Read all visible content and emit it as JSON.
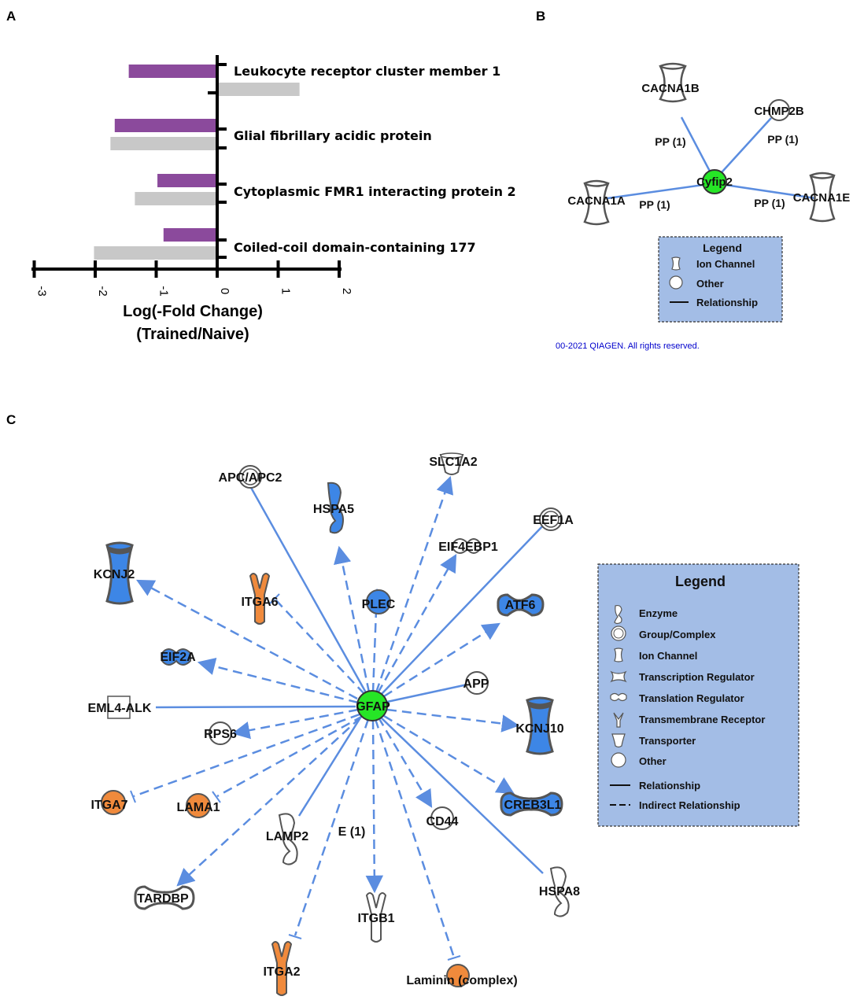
{
  "panels": {
    "a": "A",
    "b": "B",
    "c": "C"
  },
  "colors": {
    "trained": "#8b4a9c",
    "naive": "#c8c8c8",
    "edge": "#5b8de0",
    "legend_bg": "#a3bde6",
    "blue_node": "#3d86e6",
    "orange_node": "#f08a3c",
    "green_node": "#26e626",
    "white_node": "#ffffff"
  },
  "chart_data": {
    "type": "bar",
    "orientation": "horizontal",
    "categories": [
      "Leukocyte receptor cluster member 1",
      "Glial fibrillary acidic protein",
      "Cytoplasmic FMR1 interacting protein 2",
      "Coiled-coil domain-containing 177"
    ],
    "series": [
      {
        "values": [
          -1.45,
          -1.68,
          -0.98,
          -0.88
        ]
      },
      {
        "values": [
          1.35,
          -1.75,
          -1.35,
          -2.02
        ]
      }
    ],
    "x_ticks": [
      "-3",
      "-2",
      "-1",
      "0",
      "1",
      "2"
    ],
    "xlim": [
      -3,
      2
    ],
    "xlabel_line1": "Log(-Fold Change)",
    "xlabel_line2": "(Trained/Naive)",
    "grid": false
  },
  "network_b": {
    "nodes": [
      {
        "id": "cyfip2",
        "label": "Cyfip2",
        "shape": "circle",
        "color": "green"
      },
      {
        "id": "cacna1b",
        "label": "CACNA1B",
        "shape": "ion-channel",
        "color": "white"
      },
      {
        "id": "chmp2b",
        "label": "CHMP2B",
        "shape": "circle",
        "color": "white"
      },
      {
        "id": "cacna1a",
        "label": "CACNA1A",
        "shape": "ion-channel",
        "color": "white"
      },
      {
        "id": "cacna1e",
        "label": "CACNA1E",
        "shape": "ion-channel",
        "color": "white"
      }
    ],
    "edges": [
      {
        "from": "cyfip2",
        "to": "cacna1b",
        "label": "PP (1)"
      },
      {
        "from": "cyfip2",
        "to": "chmp2b",
        "label": "PP (1)"
      },
      {
        "from": "cyfip2",
        "to": "cacna1a",
        "label": "PP (1)"
      },
      {
        "from": "cyfip2",
        "to": "cacna1e",
        "label": "PP (1)"
      }
    ],
    "legend": {
      "title": "Legend",
      "items": [
        "Ion Channel",
        "Other",
        "Relationship"
      ]
    },
    "copyright": "00-2021 QIAGEN. All rights reserved."
  },
  "network_c": {
    "center": "GFAP",
    "nodes": [
      {
        "id": "apc",
        "label": "APC/APC2",
        "shape": "group",
        "color": "white"
      },
      {
        "id": "slc1a2",
        "label": "SLC1A2",
        "shape": "transporter",
        "color": "white"
      },
      {
        "id": "hspa5",
        "label": "HSPA5",
        "shape": "enzyme",
        "color": "blue"
      },
      {
        "id": "eef1a",
        "label": "EEF1A",
        "shape": "group",
        "color": "white"
      },
      {
        "id": "eif4ebp1",
        "label": "EIF4EBP1",
        "shape": "translation",
        "color": "white"
      },
      {
        "id": "kcnj2",
        "label": "KCNJ2",
        "shape": "ion-channel",
        "color": "blue"
      },
      {
        "id": "itga6",
        "label": "ITGA6",
        "shape": "receptor",
        "color": "orange"
      },
      {
        "id": "plec",
        "label": "PLEC",
        "shape": "circle",
        "color": "blue"
      },
      {
        "id": "atf6",
        "label": "ATF6",
        "shape": "transcription",
        "color": "blue"
      },
      {
        "id": "eif2a",
        "label": "EIF2A",
        "shape": "translation",
        "color": "blue"
      },
      {
        "id": "app",
        "label": "APP",
        "shape": "circle",
        "color": "white"
      },
      {
        "id": "eml4",
        "label": "EML4-ALK",
        "shape": "square",
        "color": "white"
      },
      {
        "id": "kcnj10",
        "label": "KCNJ10",
        "shape": "ion-channel",
        "color": "blue"
      },
      {
        "id": "rps6",
        "label": "RPS6",
        "shape": "circle",
        "color": "white"
      },
      {
        "id": "itga7",
        "label": "ITGA7",
        "shape": "circle",
        "color": "orange"
      },
      {
        "id": "lama1",
        "label": "LAMA1",
        "shape": "circle",
        "color": "orange"
      },
      {
        "id": "creb3l1",
        "label": "CREB3L1",
        "shape": "transcription",
        "color": "blue"
      },
      {
        "id": "lamp2",
        "label": "LAMP2",
        "shape": "enzyme",
        "color": "white"
      },
      {
        "id": "cd44",
        "label": "CD44",
        "shape": "circle",
        "color": "white"
      },
      {
        "id": "tardbp",
        "label": "TARDBP",
        "shape": "transcription",
        "color": "white"
      },
      {
        "id": "itgb1",
        "label": "ITGB1",
        "shape": "receptor",
        "color": "white"
      },
      {
        "id": "hspa8",
        "label": "HSPA8",
        "shape": "enzyme",
        "color": "white"
      },
      {
        "id": "itga2",
        "label": "ITGA2",
        "shape": "receptor",
        "color": "orange"
      },
      {
        "id": "laminin",
        "label": "Laminin (complex)",
        "shape": "circle",
        "color": "orange"
      }
    ],
    "edge_label": "E (1)",
    "legend": {
      "title": "Legend",
      "items": [
        "Enzyme",
        "Group/Complex",
        "Ion Channel",
        "Transcription Regulator",
        "Translation Regulator",
        "Transmembrane Receptor",
        "Transporter",
        "Other",
        "Relationship",
        "Indirect Relationship"
      ]
    }
  }
}
